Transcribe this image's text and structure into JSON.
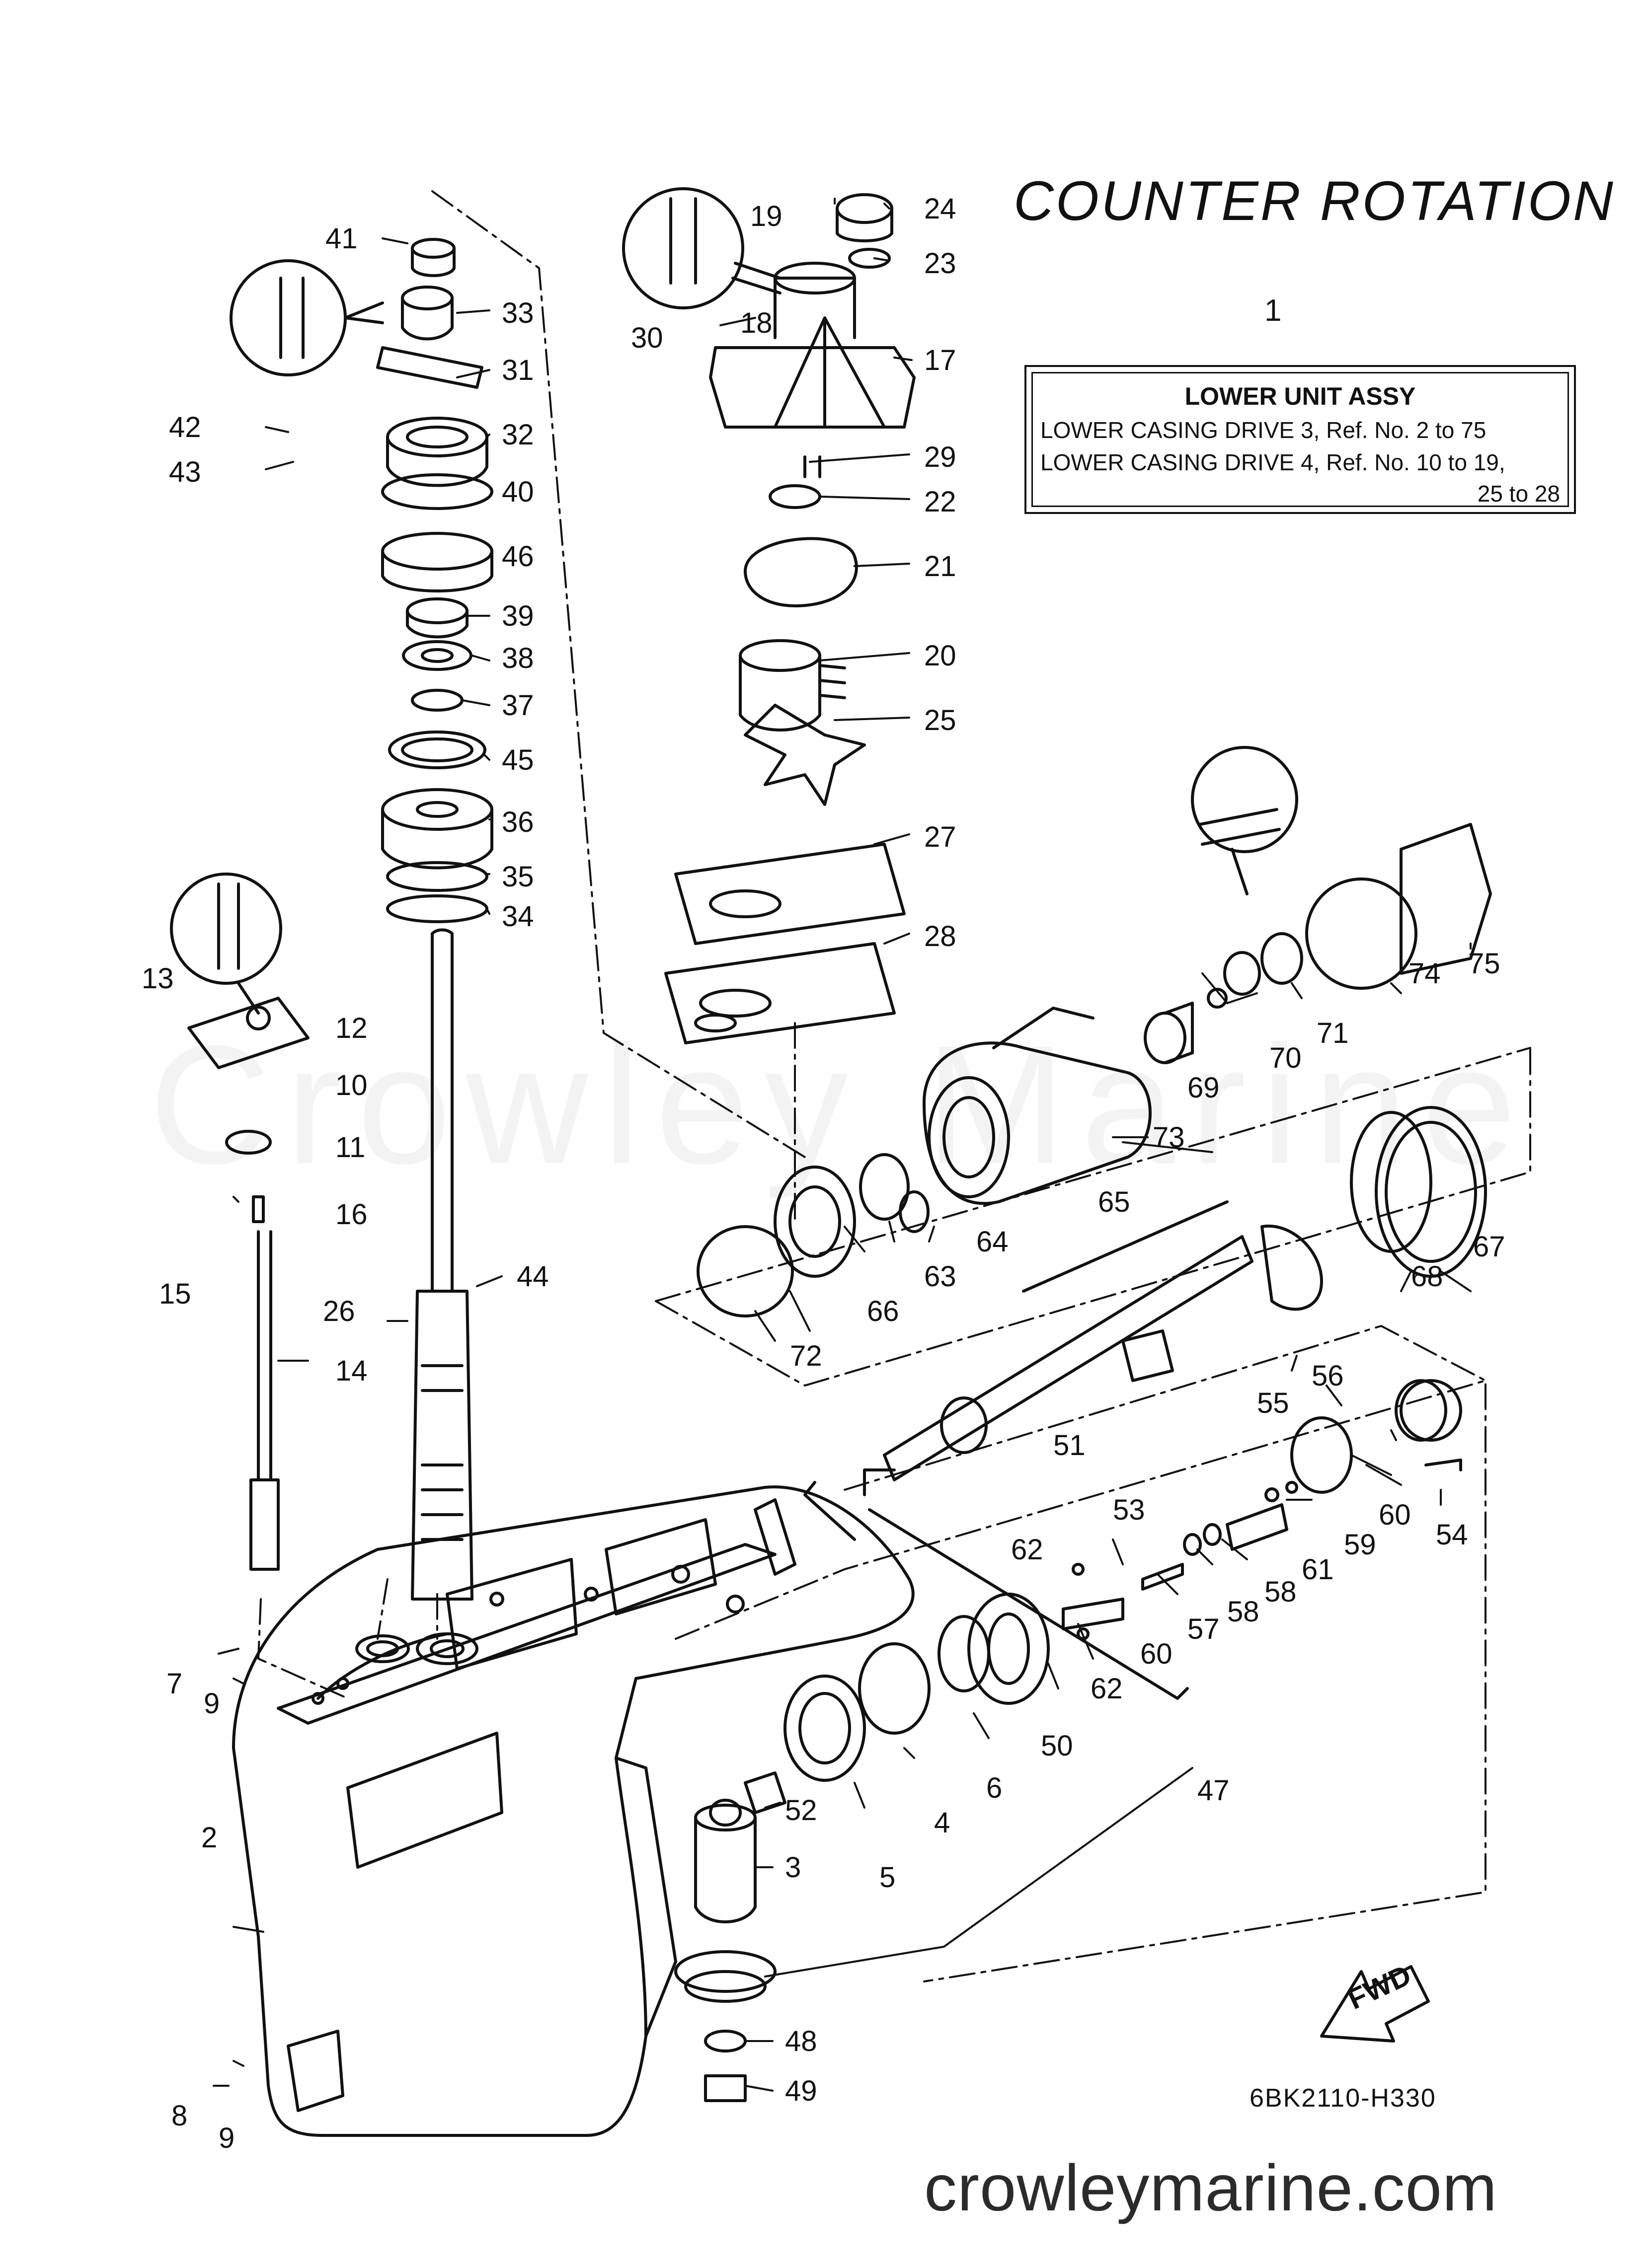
{
  "title": "COUNTER ROTATION",
  "assembly": {
    "number": "1",
    "heading": "LOWER UNIT ASSY",
    "line1": "LOWER CASING DRIVE 3,  Ref. No. 2 to 75",
    "line2": "LOWER CASING DRIVE 4,  Ref. No. 10 to 19,",
    "line3": "25 to 28"
  },
  "diagram_code": "6BK2110-H330",
  "website": "crowleymarine.com",
  "watermark": "Crowley Marine",
  "fwd_label": "FWD",
  "callouts": [
    "2",
    "3",
    "4",
    "5",
    "6",
    "7",
    "8",
    "9",
    "9",
    "10",
    "11",
    "12",
    "13",
    "14",
    "15",
    "16",
    "17",
    "18",
    "19",
    "20",
    "21",
    "22",
    "23",
    "24",
    "25",
    "26",
    "27",
    "28",
    "29",
    "30",
    "31",
    "32",
    "33",
    "34",
    "35",
    "36",
    "37",
    "38",
    "39",
    "40",
    "41",
    "42",
    "43",
    "44",
    "45",
    "46",
    "47",
    "48",
    "49",
    "50",
    "51",
    "52",
    "53",
    "54",
    "55",
    "56",
    "57",
    "58",
    "58",
    "59",
    "60",
    "60",
    "61",
    "62",
    "62",
    "63",
    "64",
    "65",
    "66",
    "67",
    "68",
    "69",
    "70",
    "71",
    "72",
    "73",
    "74",
    "75"
  ]
}
